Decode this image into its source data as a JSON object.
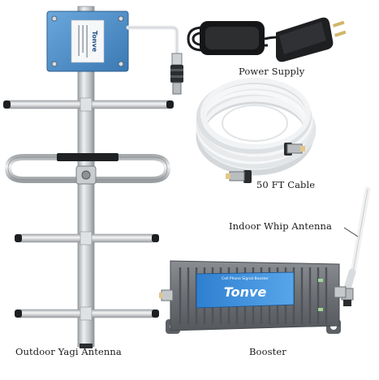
{
  "captions": {
    "power_supply": "Power Supply",
    "cable": "50 FT Cable",
    "indoor_antenna": "Indoor Whip Antenna",
    "outdoor_antenna": "Outdoor Yagi Antenna",
    "booster": "Booster"
  },
  "brand": {
    "antenna_plate_logo": "Tonve",
    "booster_logo": "Tonve",
    "booster_subtitle": "Cell Phone Signal Booster"
  },
  "colors": {
    "plate_blue": "#4d8fc9",
    "booster_body": "#6f7378",
    "cable_white": "#f2f2f2",
    "element_silver": "#cfd3d6"
  }
}
